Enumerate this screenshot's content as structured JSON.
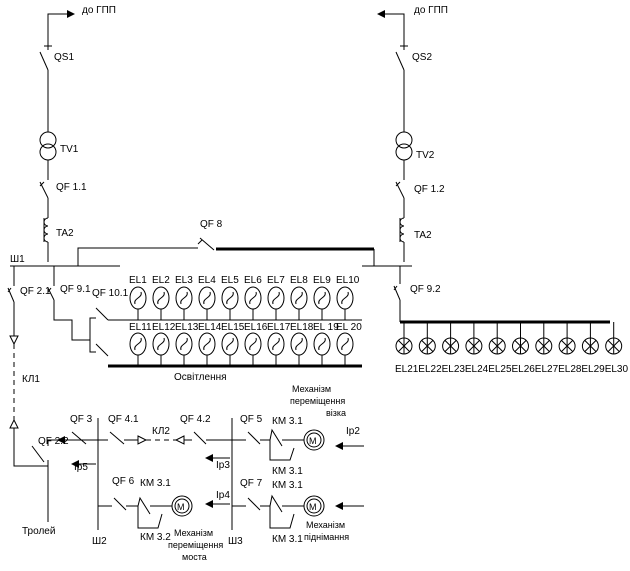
{
  "feed_left": "до ГПП",
  "feed_right": "до ГПП",
  "labels": {
    "qs1": "QS1",
    "qs2": "QS2",
    "tv1": "TV1",
    "tv2": "TV2",
    "qf11": "QF 1.1",
    "qf12": "QF 1.2",
    "ta2_left": "TA2",
    "ta2_right": "TA2",
    "qf8": "QF 8",
    "sh1": "Ш1",
    "qf21": "QF 2.1",
    "qf91": "QF 9.1",
    "qf92": "QF 9.2",
    "qf101": "QF 10.1",
    "kl1": "КЛ1",
    "qf22": "QF 2.2",
    "ip5": "Ip5",
    "trolley": "Тролей",
    "qf3": "QF 3",
    "qf41": "QF 4.1",
    "kl2": "КЛ2",
    "qf42": "QF 4.2",
    "ip3": "Ip3",
    "ip4": "Ip4",
    "ip2": "Ip2",
    "qf5": "QF 5",
    "qf6": "QF 6",
    "qf7": "QF 7",
    "km31_a": "КМ 3.1",
    "km31_b": "КМ 3.1",
    "km31_c": "КМ 3.1",
    "km31_d": "КМ 3.1",
    "km31_e": "КМ 3.1",
    "km32": "КМ 3.2",
    "sh2": "Ш2",
    "sh3": "Ш3",
    "lighting": "Освітлення",
    "motor": "М",
    "mech_trolley_1": "Механізм",
    "mech_trolley_2": "переміщення",
    "mech_trolley_3": "візка",
    "mech_lift_1": "Механізм",
    "mech_lift_2": "піднімання",
    "mech_bridge_1": "Механізм",
    "mech_bridge_2": "переміщення",
    "mech_bridge_3": "моста"
  },
  "lamps_row1": [
    "EL1",
    "EL2",
    "EL3",
    "EL4",
    "EL5",
    "EL6",
    "EL7",
    "EL8",
    "EL9",
    "EL10"
  ],
  "lamps_row2": [
    "EL11",
    "EL12",
    "EL13",
    "EL14",
    "EL15",
    "EL16",
    "EL17",
    "EL18",
    "EL 19",
    "EL 20"
  ],
  "lamps_right": [
    "EL21",
    "EL22",
    "EL23",
    "EL24",
    "EL25",
    "EL26",
    "EL27",
    "EL28",
    "EL29",
    "EL30"
  ]
}
